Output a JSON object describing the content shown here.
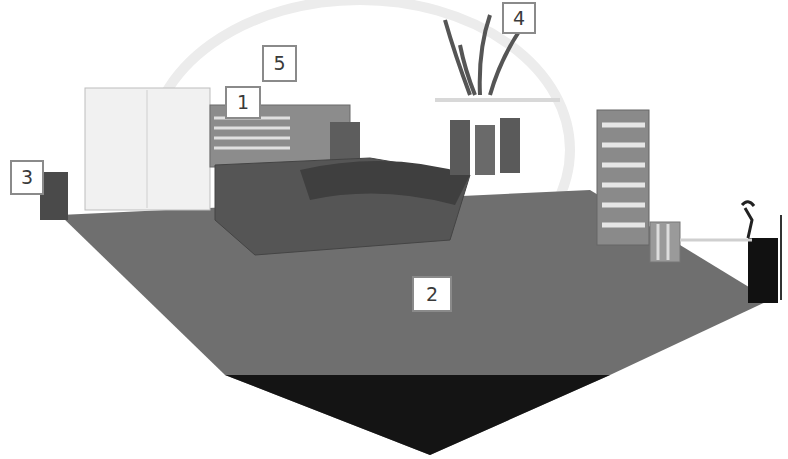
{
  "diagram": {
    "nodes": [
      {
        "text": [
          "4"
        ]
      },
      {
        "text": [
          "5"
        ]
      },
      {
        "text": [
          "1"
        ]
      },
      {
        "text": [
          "3"
        ]
      },
      {
        "text": [
          "2"
        ]
      }
    ]
  }
}
